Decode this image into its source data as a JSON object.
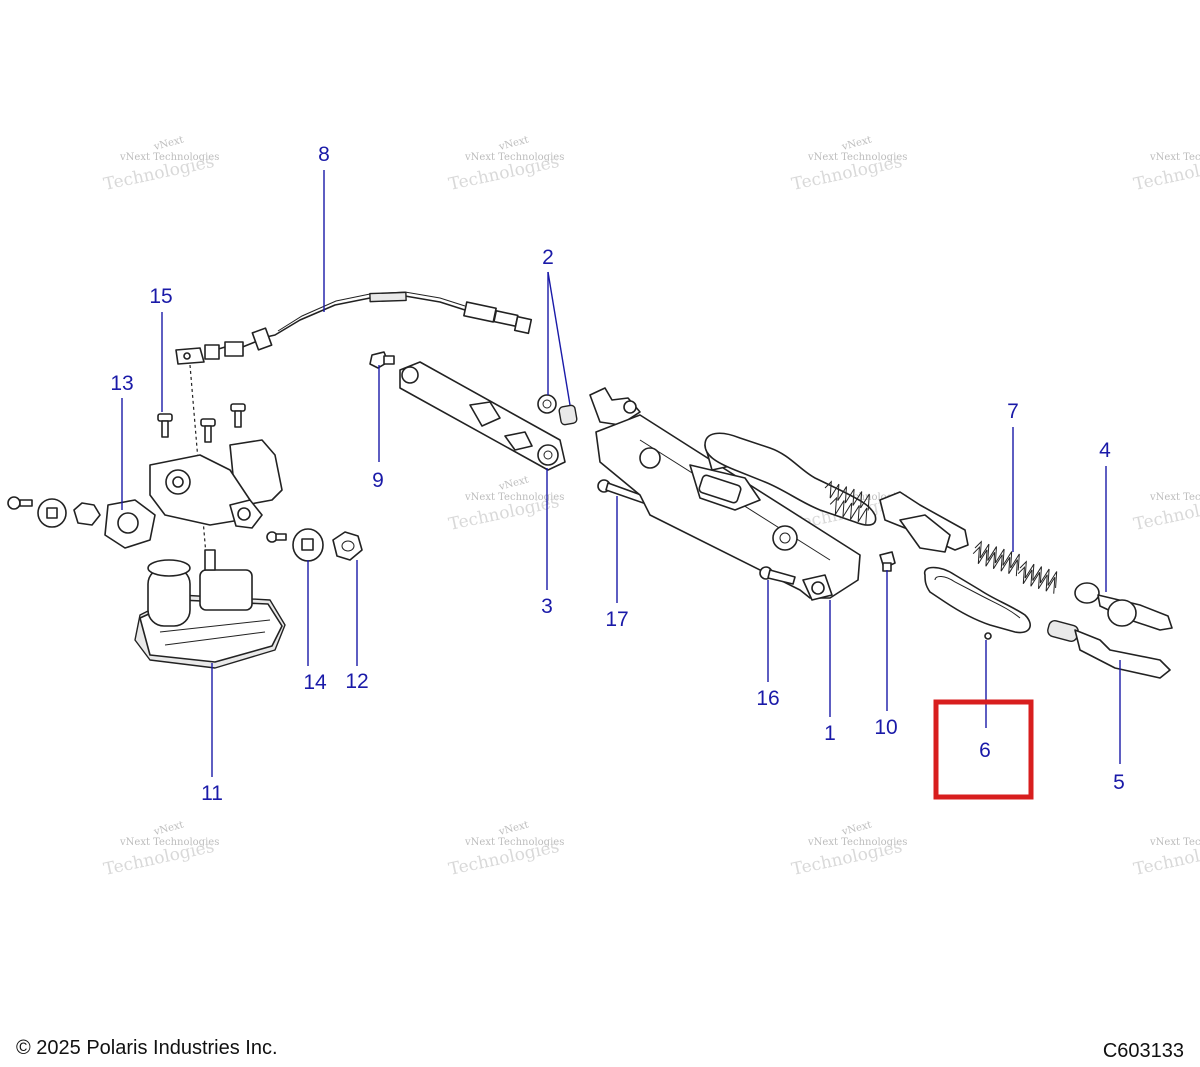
{
  "watermark": {
    "line1": "vNext",
    "line2": "vNext Technologies",
    "line3": "Technologies"
  },
  "callouts": {
    "c1": "1",
    "c2": "2",
    "c3": "3",
    "c4": "4",
    "c5": "5",
    "c6": "6",
    "c7": "7",
    "c8": "8",
    "c9": "9",
    "c10": "10",
    "c11": "11",
    "c12": "12",
    "c13": "13",
    "c14": "14",
    "c15": "15",
    "c16": "16",
    "c17": "17"
  },
  "highlight": {
    "callout": "6",
    "color": "#d81e1e"
  },
  "colors": {
    "callout": "#1a1aa8",
    "line": "#222222"
  },
  "footer": {
    "copyright": "© 2025 Polaris Industries Inc.",
    "drawing_code": "C603133"
  }
}
